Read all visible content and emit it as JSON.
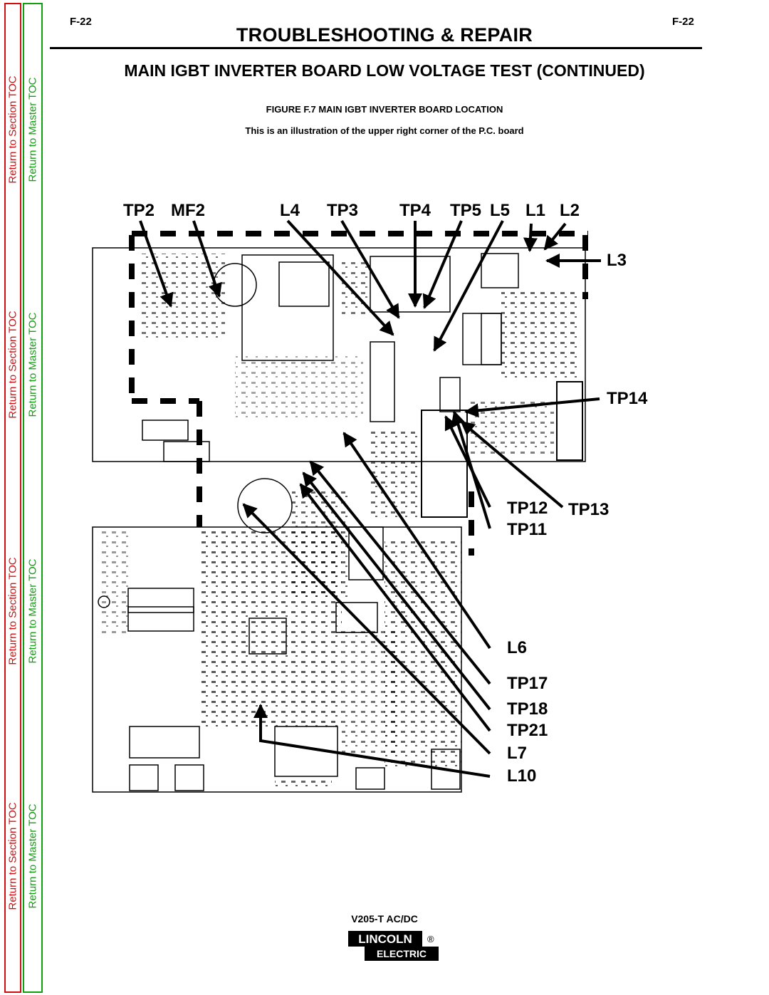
{
  "header": {
    "page_left": "F-22",
    "page_right": "F-22",
    "section": "TROUBLESHOOTING & REPAIR",
    "title": "MAIN IGBT INVERTER BOARD LOW VOLTAGE TEST (CONTINUED)"
  },
  "figure": {
    "caption": "FIGURE F.7 MAIN IGBT INVERTER BOARD LOCATION",
    "subcaption": "This is an illustration of the upper right corner of the P.C. board"
  },
  "callouts": {
    "tp2": "TP2",
    "mf2": "MF2",
    "l4": "L4",
    "tp3": "TP3",
    "tp4": "TP4",
    "tp5": "TP5",
    "l5": "L5",
    "l1": "L1",
    "l2": "L2",
    "l3": "L3",
    "tp14": "TP14",
    "tp12": "TP12",
    "tp13": "TP13",
    "tp11": "TP11",
    "l6": "L6",
    "tp17": "TP17",
    "tp18": "TP18",
    "tp21": "TP21",
    "l7": "L7",
    "l10": "L10"
  },
  "sidebar": {
    "section_toc": "Return to Section TOC",
    "master_toc": "Return to Master TOC"
  },
  "footer": {
    "model": "V205-T AC/DC",
    "logo_top": "LINCOLN",
    "logo_bottom": "ELECTRIC",
    "logo_mark": "®"
  },
  "colors": {
    "section_toc": "#d01010",
    "master_toc": "#10a010"
  }
}
